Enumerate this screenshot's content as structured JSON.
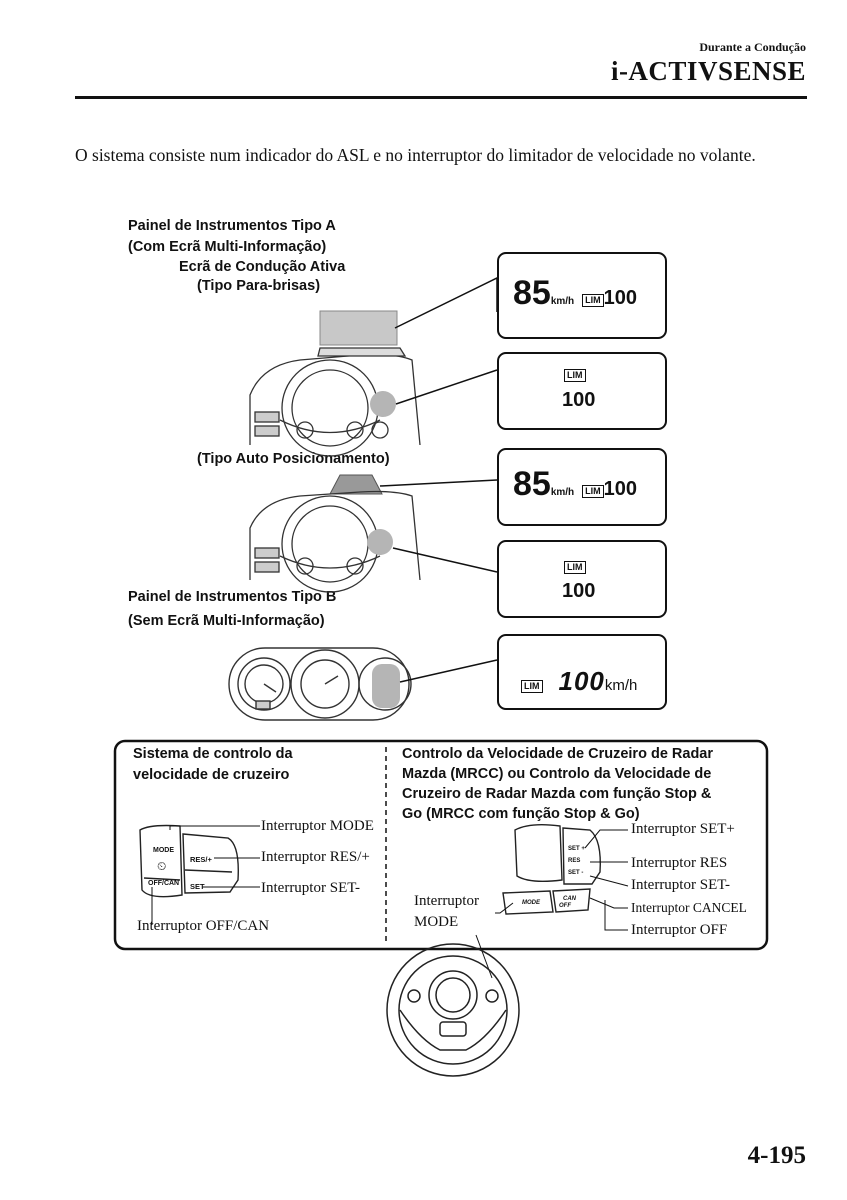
{
  "header": {
    "section": "Durante a Condução",
    "chapter": "i-ACTIVSENSE"
  },
  "intro": "O sistema consiste num indicador do ASL e no interruptor do limitador de velocidade no volante.",
  "panel_a": {
    "title1": "Painel de Instrumentos Tipo A",
    "title2": "(Com Ecrã Multi-Informação)",
    "sub1": "Ecrã de Condução Ativa",
    "sub2": "(Tipo Para-brisas)",
    "sub3": "(Tipo Auto Posicionamento)"
  },
  "panel_b": {
    "title1": "Painel de Instrumentos Tipo B",
    "title2": "(Sem Ecrã Multi-Informação)"
  },
  "display": {
    "speed": "85",
    "speed_unit": "km/h",
    "lim": "LIM",
    "limit": "100",
    "limit_segment": "100",
    "limit_unit": "km/h"
  },
  "cruise": {
    "title1": "Sistema de controlo da",
    "title2": "velocidade de cruzeiro",
    "btn_mode": "MODE",
    "btn_res": "RES/+",
    "btn_offcan": "OFF/CAN",
    "btn_set": "SET",
    "label_mode": "Interruptor MODE",
    "label_res": "Interruptor RES/+",
    "label_set": "Interruptor SET-",
    "label_offcan": "Interruptor OFF/CAN"
  },
  "mrcc": {
    "title1": "Controlo da Velocidade de Cruzeiro de Radar",
    "title2": "Mazda (MRCC) ou Controlo da Velocidade de",
    "title3": "Cruzeiro de Radar Mazda com função Stop &",
    "title4": "Go (MRCC com função Stop & Go)",
    "label_setplus": "Interruptor SET+",
    "label_res": "Interruptor RES",
    "label_setminus": "Interruptor SET-",
    "label_mode_1": "Interruptor",
    "label_mode_2": "MODE",
    "label_cancel": "Interruptor CANCEL",
    "label_off": "Interruptor OFF",
    "btn_set_plus": "SET +",
    "btn_res": "RES",
    "btn_set_minus": "SET -",
    "btn_mode": "MODE",
    "btn_can": "CAN",
    "btn_off": "OFF"
  },
  "page_number": "4-195"
}
